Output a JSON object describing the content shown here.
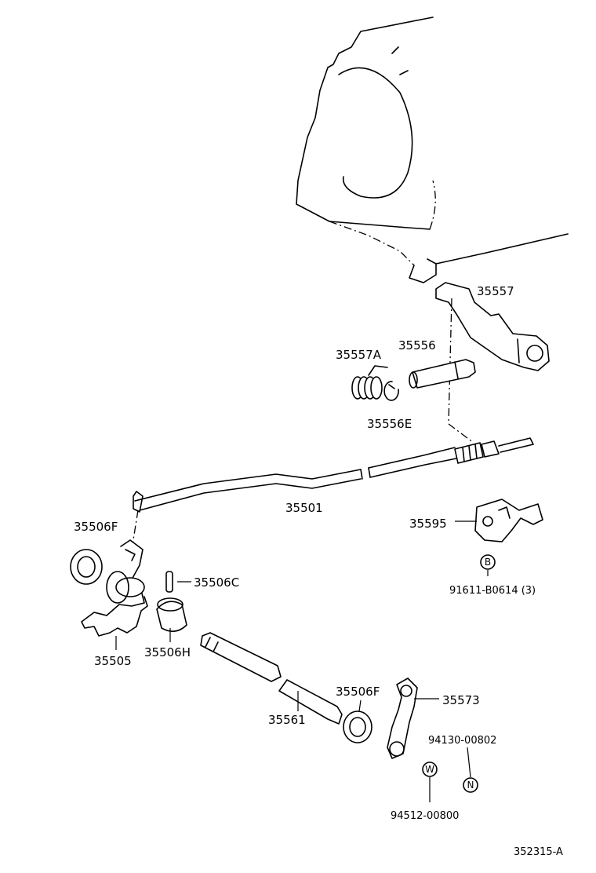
{
  "diagram_id": "352315-A",
  "parts": {
    "bracket": "35557",
    "spring": "35557A",
    "pin": "35556",
    "e_ring": "35556E",
    "cable": "35501",
    "cable_bracket": "35595",
    "bolt_part": "91611-B0614 (3)",
    "oil_seal_left": "35506F",
    "spring_pin": "35506C",
    "lever_detent": "35505",
    "bushing": "35506H",
    "shaft": "35561",
    "oil_seal_right": "35506F",
    "lever": "35573",
    "washer": "94130-00802",
    "nut": "94512-00800"
  },
  "badges": {
    "bolt": "B",
    "washer": "N",
    "nut": "W"
  },
  "line_color": "#000000",
  "background_color": "#ffffff"
}
